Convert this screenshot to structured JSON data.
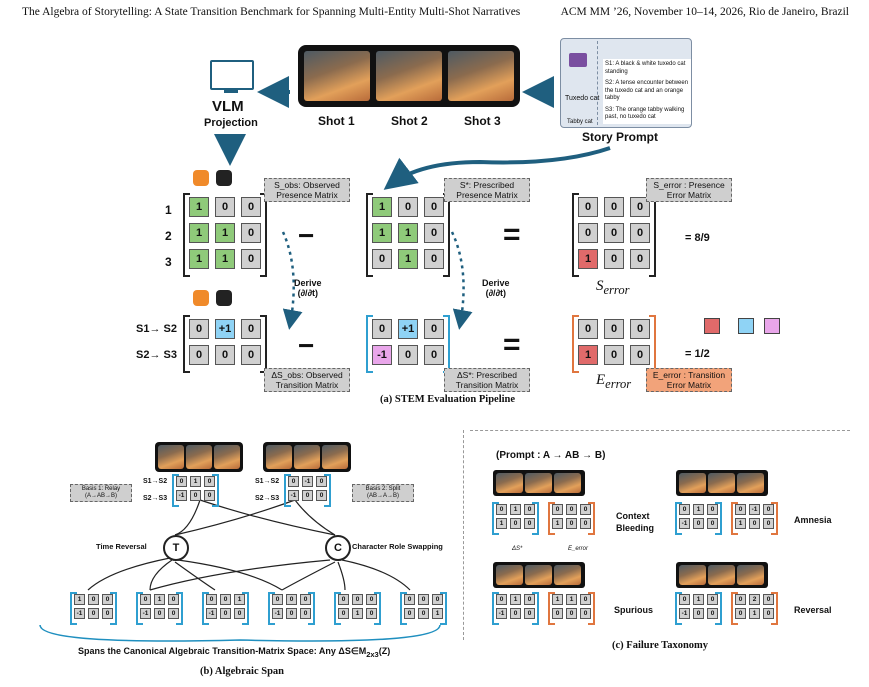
{
  "header": {
    "title": "The Algebra of Storytelling: A State Transition Benchmark for Spanning Multi-Entity Multi-Shot Narratives",
    "venue": "ACM MM ’26, November 10–14, 2026, Rio de Janeiro, Brazil"
  },
  "pipeline": {
    "vlm": "VLM",
    "projection": "Projection",
    "shots": [
      "Shot 1",
      "Shot 2",
      "Shot 3"
    ],
    "story_prompt": "Story Prompt",
    "prompt_lines": [
      "S1: A black & white tuxedo cat standing",
      "S2: A tense encounter between the tuxedo cat and an orange tabby",
      "S3: The orange tabby walking past, no tuxedo cat"
    ],
    "char_labels": [
      "Tuxedo cat",
      "Tabby cat"
    ],
    "row_labels": [
      "1",
      "2",
      "3"
    ],
    "trans_labels": [
      "S1→ S2",
      "S2→ S3"
    ],
    "s_obs_tag": [
      "S_obs: Observed",
      "Presence Matrix"
    ],
    "s_star_tag": [
      "S*: Prescribed",
      "Presence Matrix"
    ],
    "s_err_tag": [
      "S_error : Presence",
      "Error Matrix"
    ],
    "ds_obs_tag": [
      "ΔS_obs: Observed",
      "Transition Matrix"
    ],
    "ds_star_tag": [
      "ΔS*: Prescribed",
      "Transition Matrix"
    ],
    "e_err_tag": [
      "E_error : Transition",
      "Error Matrix"
    ],
    "derive": "Derive",
    "derive_sym": "(∂/∂t)",
    "minus": "−",
    "equals": "=",
    "score_s": "= 8/9",
    "score_e": "= 1/2",
    "s_error_label": "S",
    "s_error_sub": "error",
    "e_error_label": "E",
    "e_error_sub": "error",
    "s_obs": [
      [
        "1",
        "0",
        "0"
      ],
      [
        "1",
        "1",
        "0"
      ],
      [
        "1",
        "1",
        "0"
      ]
    ],
    "s_star": [
      [
        "1",
        "0",
        "0"
      ],
      [
        "1",
        "1",
        "0"
      ],
      [
        "0",
        "1",
        "0"
      ]
    ],
    "s_err": [
      [
        "0",
        "0",
        "0"
      ],
      [
        "0",
        "0",
        "0"
      ],
      [
        "1",
        "0",
        "0"
      ]
    ],
    "ds_obs": [
      [
        "0",
        "+1",
        "0"
      ],
      [
        "0",
        "0",
        "0"
      ]
    ],
    "ds_star": [
      [
        "0",
        "+1",
        "0"
      ],
      [
        "-1",
        "0",
        "0"
      ]
    ],
    "e_err": [
      [
        "0",
        "0",
        "0"
      ],
      [
        "1",
        "0",
        "0"
      ]
    ],
    "caption": "(a) STEM Evaluation Pipeline"
  },
  "span": {
    "basis1": [
      "Basis 1: Relay",
      "(A→AB→B)"
    ],
    "basis2": [
      "Basis 2: Split",
      "(AB→A→B)"
    ],
    "t": "T",
    "c": "C",
    "time_reversal": "Time Reversal",
    "role_swap": "Character Role Swapping",
    "b1_rows": [
      "S1→S2",
      "S2→S3"
    ],
    "b1": [
      [
        "0",
        "1",
        "0"
      ],
      [
        "-1",
        "0",
        "0"
      ]
    ],
    "b2": [
      [
        "0",
        "-1",
        "0"
      ],
      [
        "-1",
        "0",
        "0"
      ]
    ],
    "outputs": [
      [
        [
          "1",
          "0",
          "0"
        ],
        [
          "-1",
          "0",
          "0"
        ]
      ],
      [
        [
          "0",
          "1",
          "0"
        ],
        [
          "-1",
          "0",
          "0"
        ]
      ],
      [
        [
          "0",
          "0",
          "1"
        ],
        [
          "-1",
          "0",
          "0"
        ]
      ],
      [
        [
          "0",
          "0",
          "0"
        ],
        [
          "-1",
          "0",
          "0"
        ]
      ],
      [
        [
          "0",
          "0",
          "0"
        ],
        [
          "0",
          "1",
          "0"
        ]
      ],
      [
        [
          "0",
          "0",
          "0"
        ],
        [
          "0",
          "0",
          "1"
        ]
      ]
    ],
    "footer": "Spans the Canonical Algebraic Transition-Matrix Space: Any ΔS∈M",
    "footer_sub": "2x3",
    "footer_tail": "(Z)",
    "caption": "(b) Algebraic Span"
  },
  "taxonomy": {
    "prompt": "(Prompt : A → AB → B)",
    "ds_label": "ΔS*",
    "e_label": "E_error",
    "items": [
      {
        "name": "Context Bleeding",
        "left": [
          [
            "0",
            "1",
            "0"
          ],
          [
            "1",
            "0",
            "0"
          ]
        ],
        "right": [
          [
            "0",
            "0",
            "0"
          ],
          [
            "1",
            "0",
            "0"
          ]
        ]
      },
      {
        "name": "Amnesia",
        "left": [
          [
            "0",
            "1",
            "0"
          ],
          [
            "-1",
            "0",
            "0"
          ]
        ],
        "right": [
          [
            "0",
            "-1",
            "0"
          ],
          [
            "1",
            "0",
            "0"
          ]
        ]
      },
      {
        "name": "Spurious",
        "left": [
          [
            "0",
            "1",
            "0"
          ],
          [
            "-1",
            "0",
            "0"
          ]
        ],
        "right": [
          [
            "1",
            "1",
            "0"
          ],
          [
            "0",
            "0",
            "0"
          ]
        ]
      },
      {
        "name": "Reversal",
        "left": [
          [
            "0",
            "1",
            "0"
          ],
          [
            "-1",
            "0",
            "0"
          ]
        ],
        "right": [
          [
            "0",
            "2",
            "0"
          ],
          [
            "0",
            "1",
            "0"
          ]
        ]
      }
    ],
    "caption": "(c) Failure Taxonomy"
  },
  "colors": {
    "green": "#8fca7a",
    "red": "#e06a6a",
    "blue": "#8fd3f5",
    "pink": "#e9a6ea",
    "gray": "#d0d0d0",
    "arrow": "#1f5f7f",
    "orange_tag": "#f2a37a"
  }
}
